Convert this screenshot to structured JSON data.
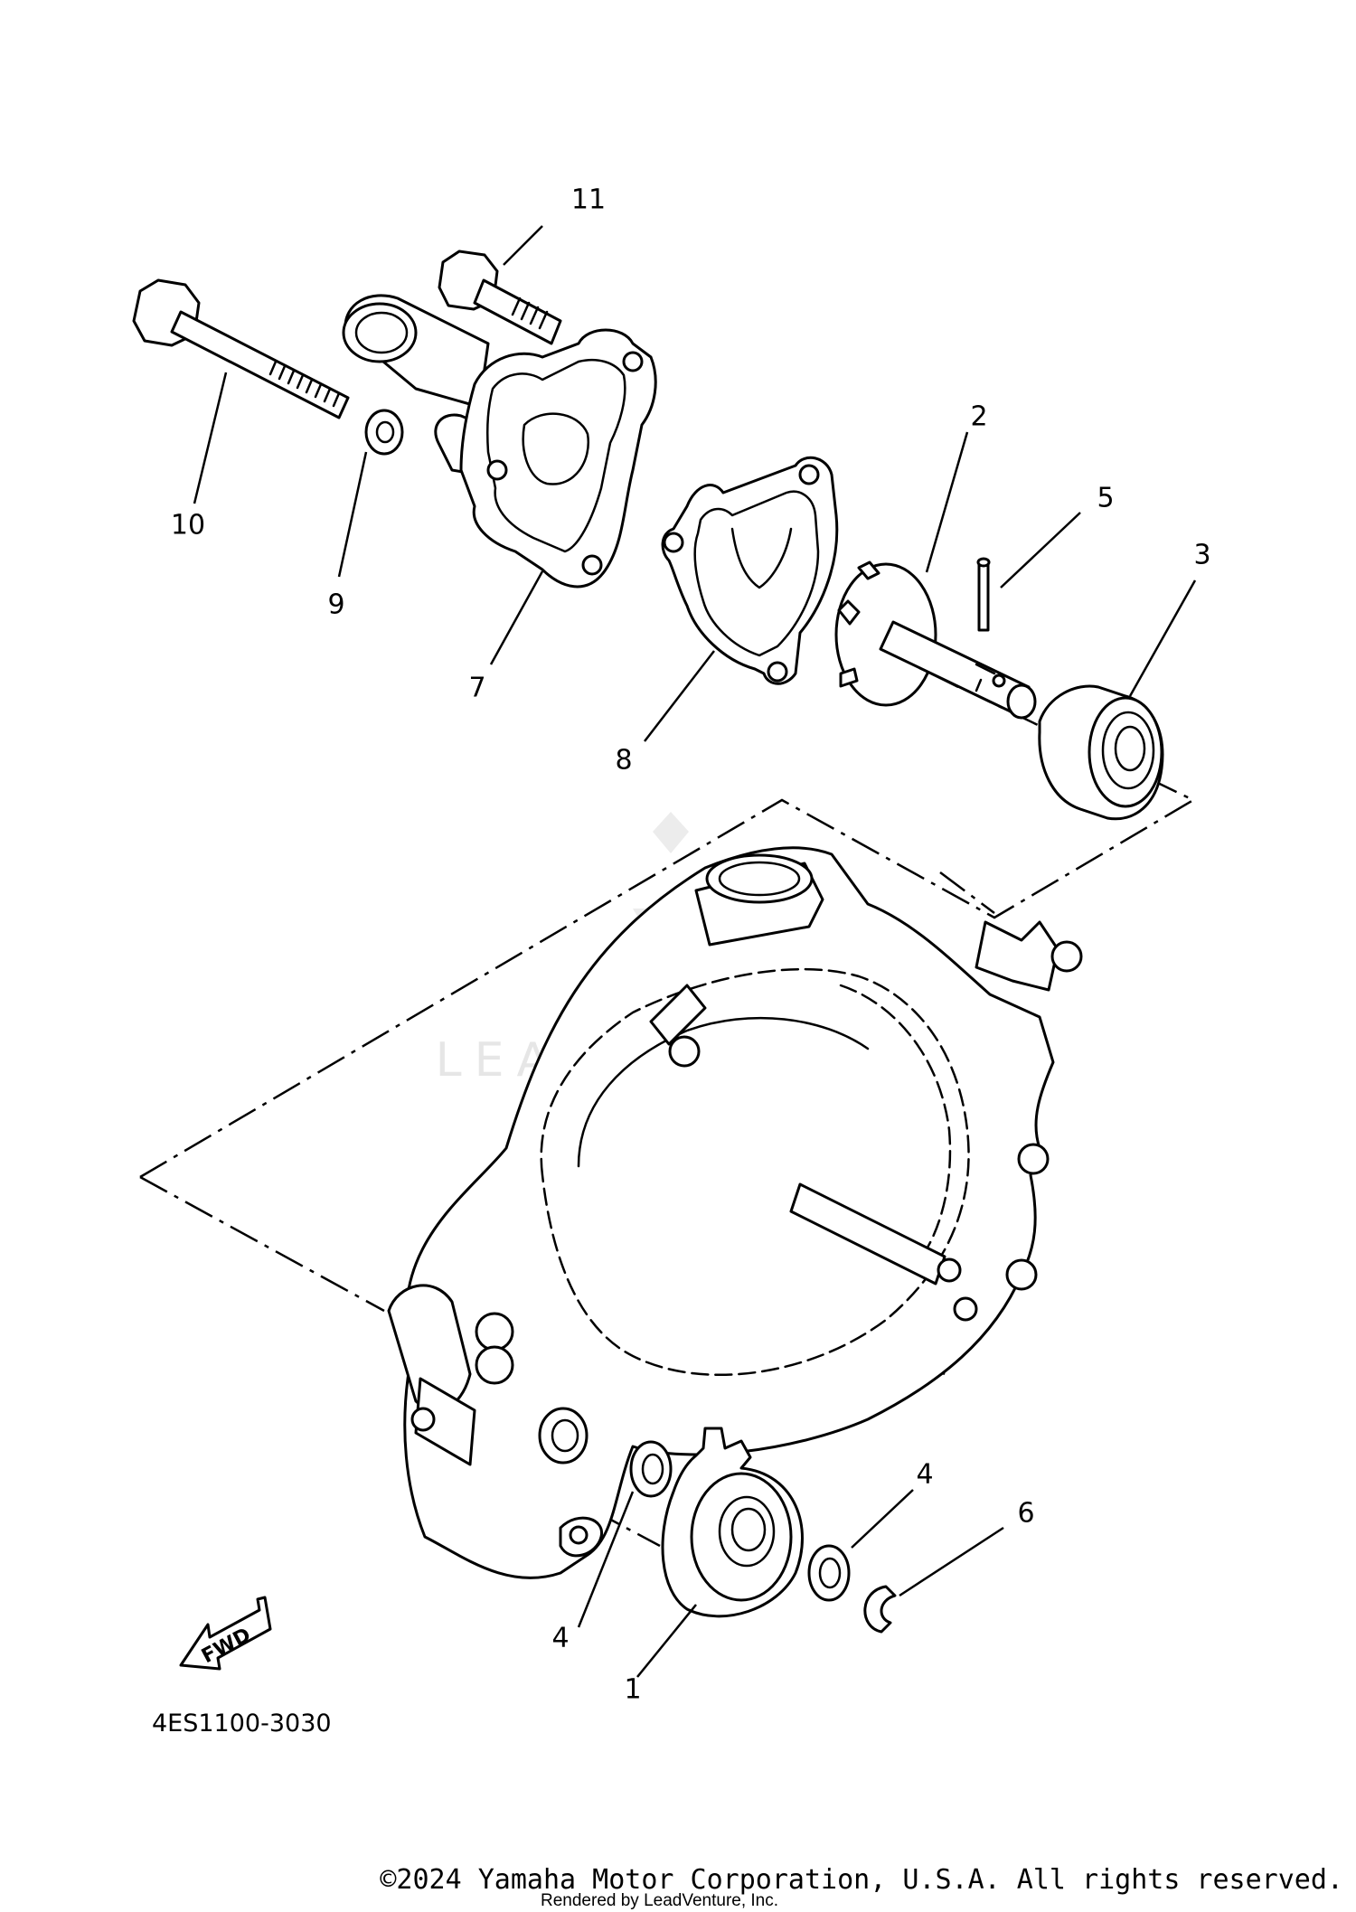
{
  "diagram": {
    "code": "4ES1100-3030",
    "fwd_label": "FWD",
    "watermark": "LEADVENTURE",
    "callouts": [
      {
        "id": "1",
        "text": "1"
      },
      {
        "id": "2",
        "text": "2"
      },
      {
        "id": "3",
        "text": "3"
      },
      {
        "id": "4a",
        "text": "4"
      },
      {
        "id": "4b",
        "text": "4"
      },
      {
        "id": "5",
        "text": "5"
      },
      {
        "id": "6",
        "text": "6"
      },
      {
        "id": "7",
        "text": "7"
      },
      {
        "id": "8",
        "text": "8"
      },
      {
        "id": "9",
        "text": "9"
      },
      {
        "id": "10",
        "text": "10"
      },
      {
        "id": "11",
        "text": "11"
      }
    ]
  },
  "footer": {
    "copyright": "©2024 Yamaha Motor Corporation, U.S.A. All rights reserved.",
    "rendered_by": "Rendered by LeadVenture, Inc."
  }
}
